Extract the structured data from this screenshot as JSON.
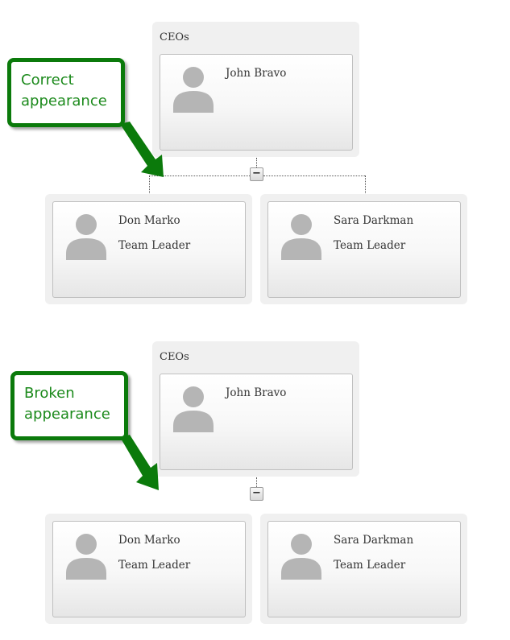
{
  "diagrams": [
    {
      "callout_text": "Correct appearance",
      "ceo_group_title": "CEOs",
      "ceo": {
        "name": "John Bravo"
      },
      "toggle_symbol": "−",
      "children": [
        {
          "name": "Don Marko",
          "role": "Team Leader"
        },
        {
          "name": "Sara Darkman",
          "role": "Team Leader"
        }
      ]
    },
    {
      "callout_text": "Broken appearance",
      "ceo_group_title": "CEOs",
      "ceo": {
        "name": "John Bravo"
      },
      "toggle_symbol": "−",
      "children": [
        {
          "name": "Don Marko",
          "role": "Team Leader"
        },
        {
          "name": "Sara Darkman",
          "role": "Team Leader"
        }
      ]
    }
  ],
  "colors": {
    "callout_border": "#0b7a0b",
    "callout_text": "#1c8a1c",
    "group_bg": "#f0f0f0",
    "avatar": "#b5b5b5"
  }
}
